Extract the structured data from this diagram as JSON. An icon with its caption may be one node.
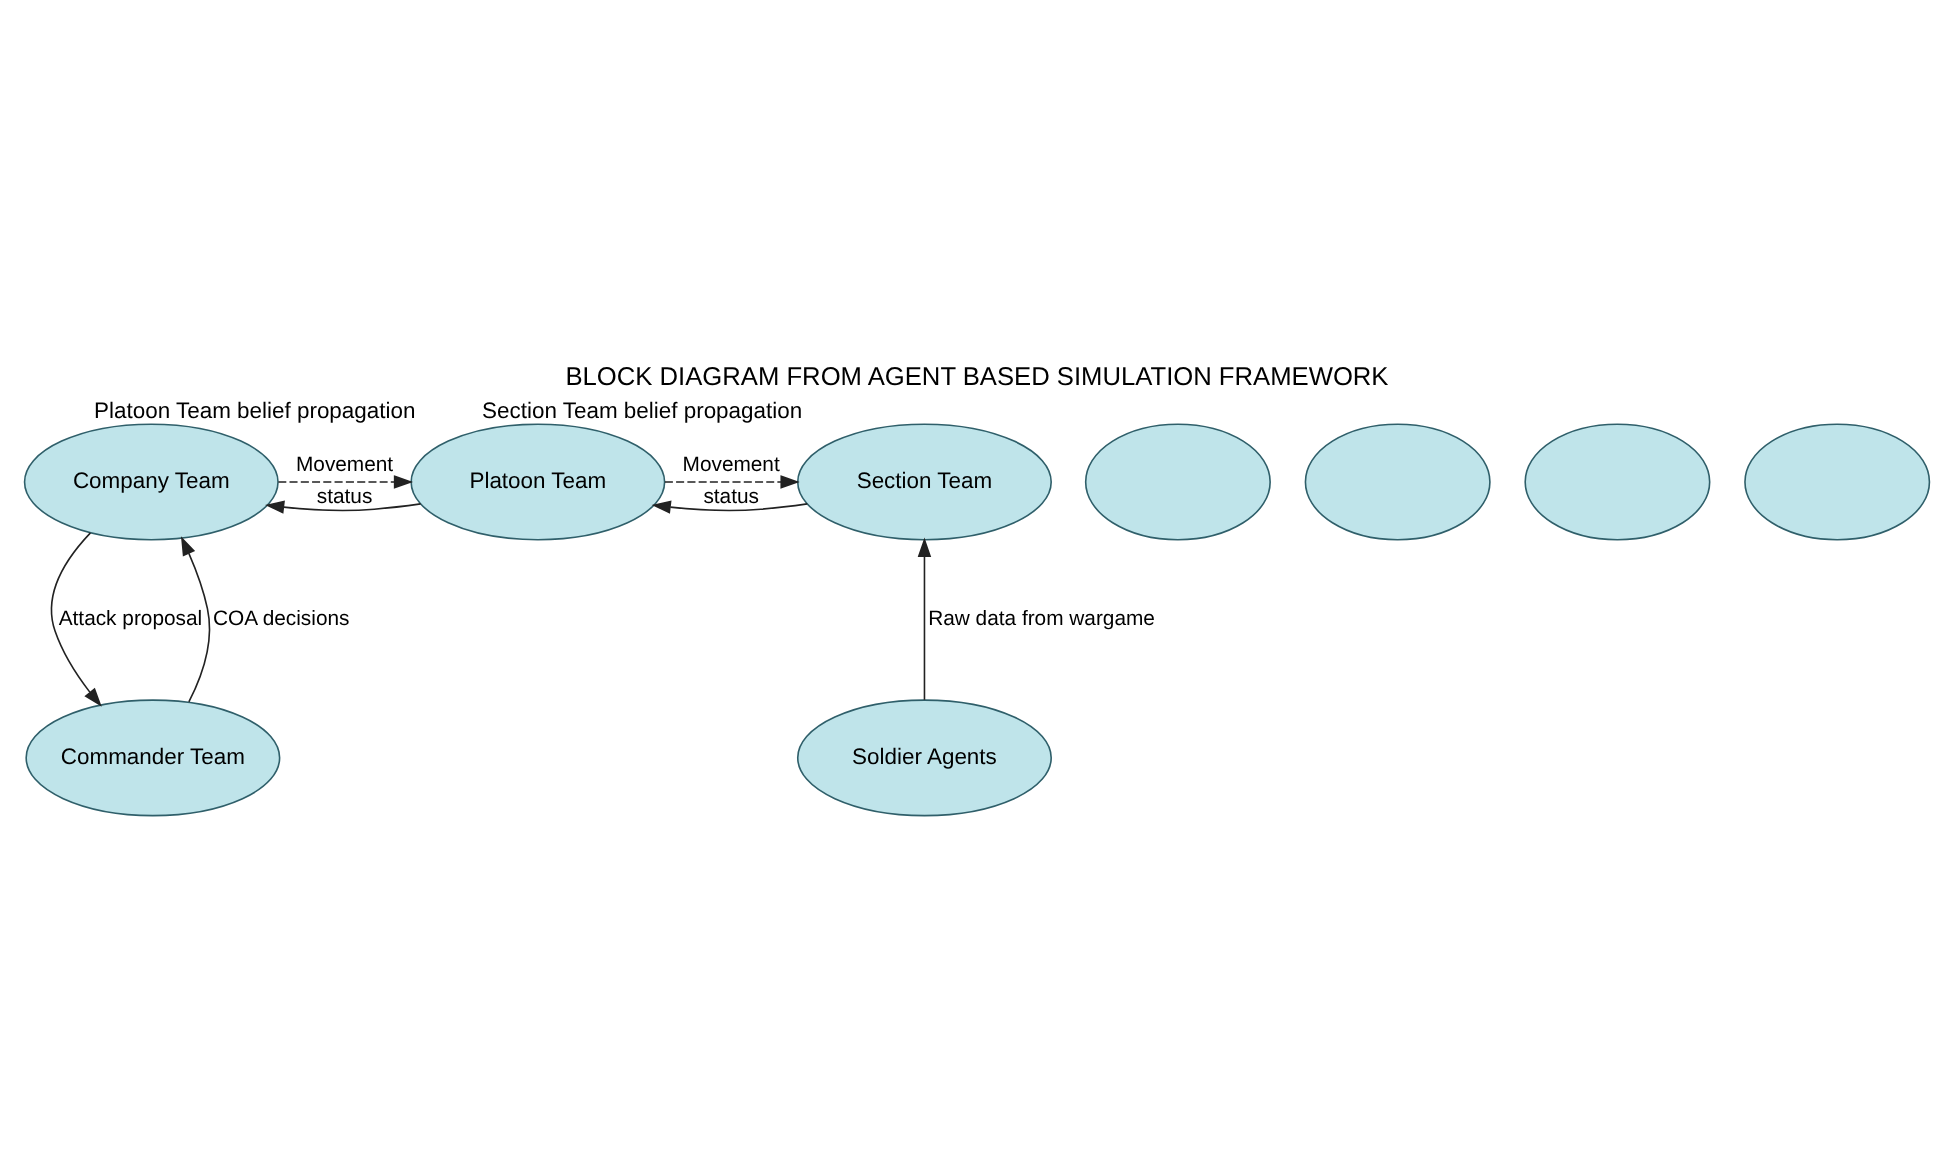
{
  "diagram": {
    "title": "BLOCK DIAGRAM FROM AGENT BASED SIMULATION FRAMEWORK",
    "nodes": [
      {
        "text": [
          "Company Team"
        ]
      },
      {
        "text": [],
        "shape": "ellipse"
      },
      {
        "text": [],
        "shape": "ellipse"
      },
      {
        "text": [
          "Platoon Team"
        ],
        "beside": [
          "Platoon Team belief propagation"
        ]
      },
      {
        "text": [],
        "shape": "ellipse"
      },
      {
        "text": [],
        "shape": "ellipse"
      },
      {
        "text": [
          "Section Team"
        ],
        "beside": [
          "Section Team belief propagation"
        ]
      },
      {
        "text": [
          "Commander Team"
        ]
      },
      {
        "text": [
          "Soldier Agents"
        ]
      }
    ],
    "edges": [
      {
        "from": 3,
        "to": 0,
        "arrow": "to",
        "label": "status"
      },
      {
        "from": 0,
        "to": 3,
        "arrow": "to",
        "label": "Movement",
        "style": "dashed"
      },
      {
        "from": 6,
        "to": 3,
        "arrow": "to",
        "label": "status"
      },
      {
        "from": 3,
        "to": 6,
        "arrow": "to",
        "label": "Movement",
        "style": "dashed"
      },
      {
        "from": 0,
        "to": 7,
        "arrow": "to",
        "label": "Attack proposal"
      },
      {
        "from": 7,
        "to": 0,
        "arrow": "to",
        "label": "COA decisions"
      },
      {
        "from": 8,
        "to": 6,
        "arrow": "to",
        "label": "Raw data from wargame"
      }
    ]
  }
}
